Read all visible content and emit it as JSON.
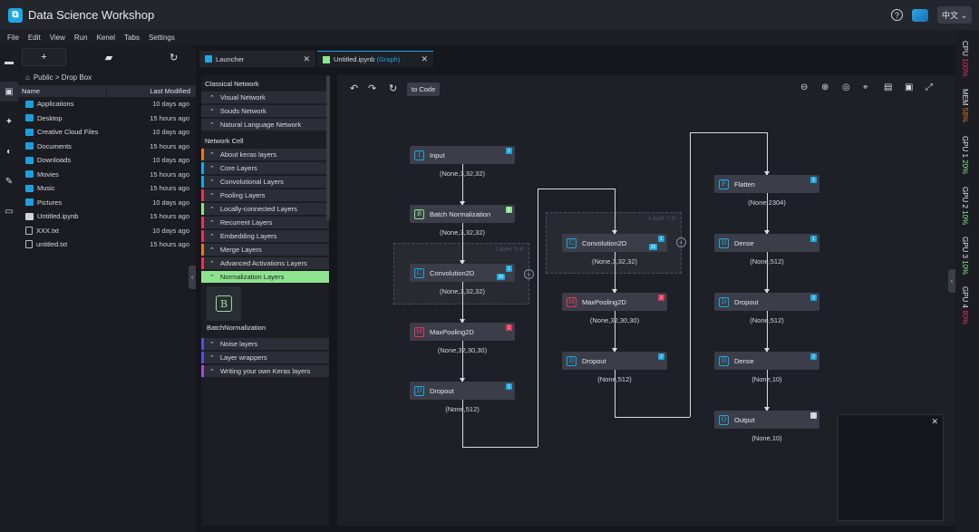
{
  "app": {
    "title": "Data Science Workshop",
    "lang": "中文 ⌄"
  },
  "menu": [
    "File",
    "Edit",
    "View",
    "Run",
    "Kenel",
    "Tabs",
    "Settings"
  ],
  "filebrowser": {
    "breadcrumb": "Public > Drop Box",
    "col_name": "Name",
    "col_modified": "Last Modified",
    "files": [
      {
        "name": "Applications",
        "date": "10 days ago",
        "kind": "folder"
      },
      {
        "name": "Desktop",
        "date": "15 hours ago",
        "kind": "folder"
      },
      {
        "name": "Creative Cloud Files",
        "date": "10 days ago",
        "kind": "folder"
      },
      {
        "name": "Documents",
        "date": "15 hours ago",
        "kind": "folder"
      },
      {
        "name": "Downloads",
        "date": "10 days ago",
        "kind": "folder"
      },
      {
        "name": "Movies",
        "date": "15 hours ago",
        "kind": "folder"
      },
      {
        "name": "Music",
        "date": "15 hours ago",
        "kind": "folder"
      },
      {
        "name": "Pictures",
        "date": "10 days ago",
        "kind": "folder"
      },
      {
        "name": "Untitled.ipynb",
        "date": "15 hours ago",
        "kind": "notebook"
      },
      {
        "name": "XXX.txt",
        "date": "10 days ago",
        "kind": "file"
      },
      {
        "name": "untitled.txt",
        "date": "15 hours ago",
        "kind": "file"
      }
    ]
  },
  "tabs": {
    "launcher": "Launcher",
    "notebook": "Untitled.ipynb",
    "notebook_sub": "(Graph)"
  },
  "palette": {
    "classical_head": "Classical Network",
    "classical": [
      "Visual Network",
      "Souds Network",
      "Natural Language Network"
    ],
    "cell_head": "Network Cell",
    "cells": [
      {
        "label": "About keras layers",
        "color": "#e07a2e"
      },
      {
        "label": "Core Layers",
        "color": "#1ea7e1"
      },
      {
        "label": "Convolutional Layers",
        "color": "#1ea7e1"
      },
      {
        "label": "Pooling Layers",
        "color": "#e0365a"
      },
      {
        "label": "Locally-connected Layers",
        "color": "#8ee48e"
      },
      {
        "label": "Recurrent Layers",
        "color": "#e0365a"
      },
      {
        "label": "Embedding Layers",
        "color": "#e0365a"
      },
      {
        "label": "Merge Layers",
        "color": "#e07a2e"
      },
      {
        "label": "Advanced Activations Layers",
        "color": "#e0365a"
      }
    ],
    "selected": "Normalization Layers",
    "batch_glyph": "B",
    "batch_label": "BatchNormalization",
    "more": [
      {
        "label": "Noise layers",
        "color": "#5a4fd6"
      },
      {
        "label": "Layer wrappers",
        "color": "#5a4fd6"
      },
      {
        "label": "Writing your own Keras layers",
        "color": "#a24fd6"
      }
    ]
  },
  "canvas": {
    "to_code": "to Code",
    "group1": "Layer 3-4",
    "group2": "Layer 7-8",
    "nodes": [
      {
        "id": "input",
        "glyph": "I",
        "label": "Input",
        "badge": "1",
        "badge_color": "#1ea7e1",
        "shape": "(None,3,32,32)"
      },
      {
        "id": "bn",
        "glyph": "B",
        "label": "Batch Normalization",
        "badge": "1",
        "badge_color": "#8ee48e",
        "shape": "(None,3,32,32)"
      },
      {
        "id": "conv1",
        "glyph": "C",
        "label": "Convolution2D",
        "badge": "1",
        "badge_color": "#1ea7e1",
        "shape": "(None,3,32,32)"
      },
      {
        "id": "pool1",
        "glyph": "M",
        "label": "MaxPooling2D",
        "badge": "1",
        "badge_color": "#e0365a",
        "shape": "(None,32,30,30)"
      },
      {
        "id": "drop1",
        "glyph": "D",
        "label": "Dropout",
        "badge": "1",
        "badge_color": "#1ea7e1",
        "shape": "(None,512)"
      },
      {
        "id": "conv2",
        "glyph": "C",
        "label": "Convolution2D",
        "badge": "1",
        "badge_color": "#1ea7e1",
        "shape": "(None,3,32,32)"
      },
      {
        "id": "pool2",
        "glyph": "M",
        "label": "MaxPooling2D",
        "badge": "2",
        "badge_color": "#e0365a",
        "shape": "(None,32,30,30)"
      },
      {
        "id": "drop2",
        "glyph": "D",
        "label": "Dropout",
        "badge": "2",
        "badge_color": "#1ea7e1",
        "shape": "(None,512)"
      },
      {
        "id": "flatten",
        "glyph": "F",
        "label": "Flatten",
        "badge": "1",
        "badge_color": "#1ea7e1",
        "shape": "(None,2304)"
      },
      {
        "id": "dense1",
        "glyph": "D",
        "label": "Dense",
        "badge": "1",
        "badge_color": "#1ea7e1",
        "shape": "(None,512)"
      },
      {
        "id": "drop3",
        "glyph": "D",
        "label": "Dropout",
        "badge": "3",
        "badge_color": "#1ea7e1",
        "shape": "(None,512)"
      },
      {
        "id": "dense2",
        "glyph": "D",
        "label": "Dense",
        "badge": "2",
        "badge_color": "#1ea7e1",
        "shape": "(None,10)"
      },
      {
        "id": "output",
        "glyph": "O",
        "label": "Output",
        "badge": "1",
        "badge_color": "#cfd3da",
        "shape": "(None,10)"
      }
    ],
    "conv_sub_badge": "20"
  },
  "stats": [
    {
      "label": "CPU",
      "value": "100%",
      "color": "#e0365a"
    },
    {
      "label": "MEM",
      "value": "58%",
      "color": "#e07a2e"
    },
    {
      "label": "GPU 1",
      "value": "20%",
      "color": "#8ee48e"
    },
    {
      "label": "GPU 2",
      "value": "10%",
      "color": "#8ee48e"
    },
    {
      "label": "GPU 3",
      "value": "10%",
      "color": "#8ee48e"
    },
    {
      "label": "GPU 4",
      "value": "80%",
      "color": "#e0365a"
    }
  ]
}
